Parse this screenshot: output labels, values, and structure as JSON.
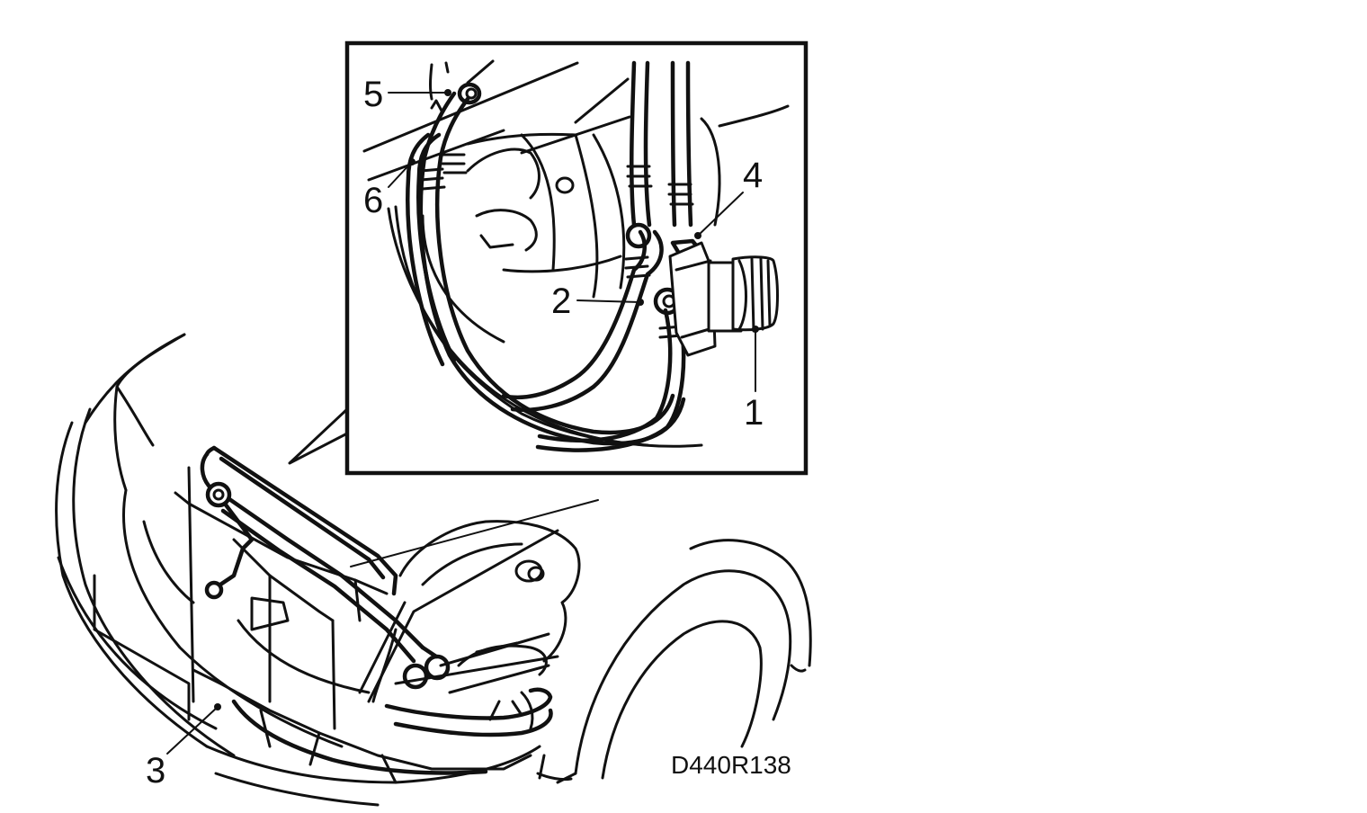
{
  "callouts": {
    "c1": "1",
    "c2": "2",
    "c3": "3",
    "c4": "4",
    "c5": "5",
    "c6": "6"
  },
  "figure_code": "D440R138"
}
